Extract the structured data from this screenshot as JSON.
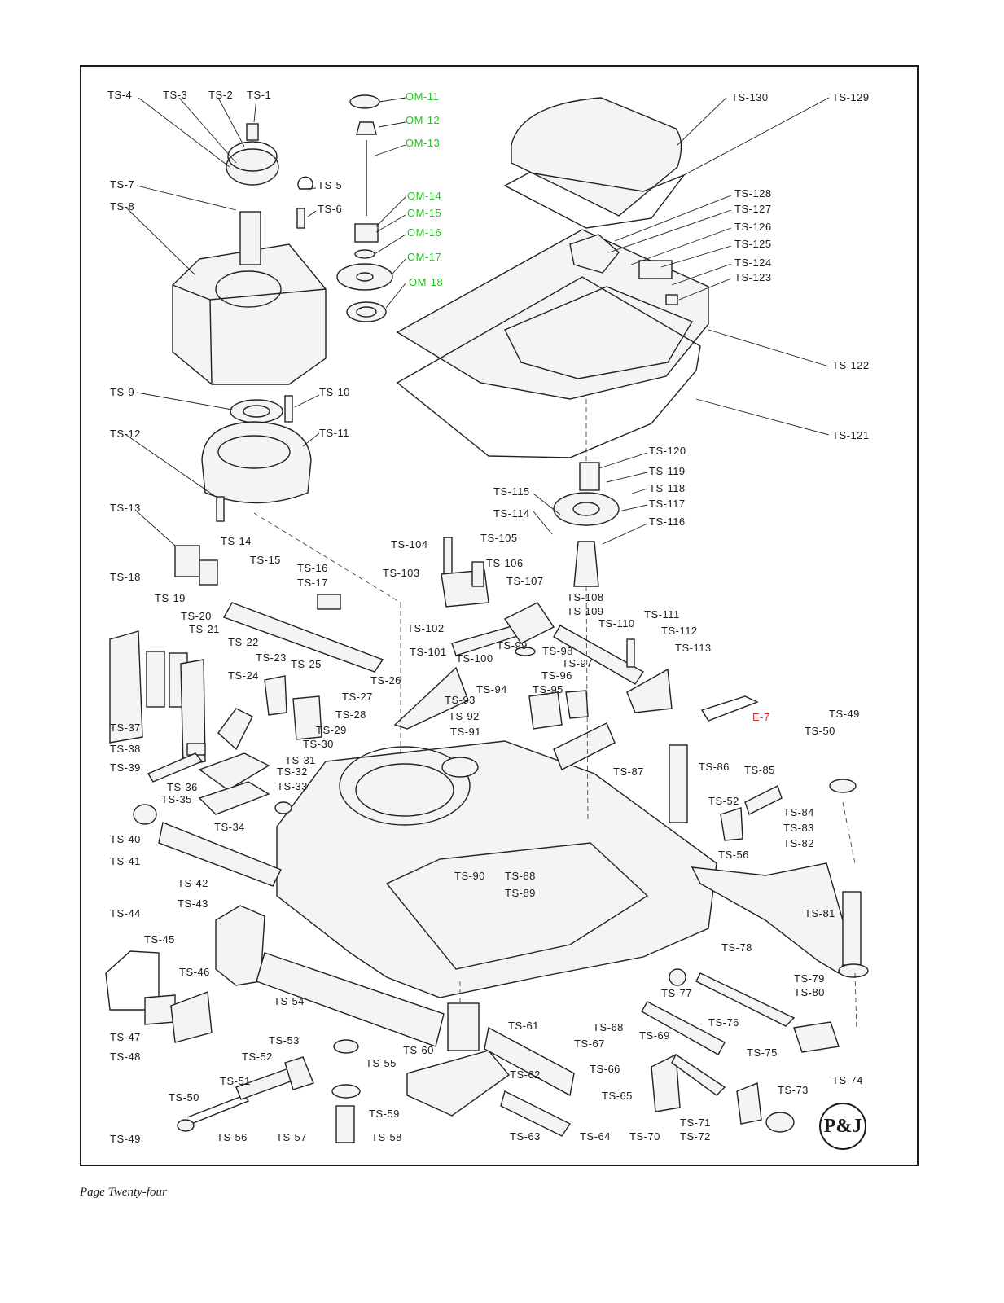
{
  "footer": {
    "page_label": "Page Twenty-four"
  },
  "logo": {
    "text": "P&J"
  },
  "colors": {
    "om_label": "#22c21e",
    "tool_label": "#e8242b",
    "ink": "#1a1a1a"
  },
  "labels": [
    "TS-1",
    "TS-2",
    "TS-3",
    "TS-4",
    "TS-5",
    "TS-6",
    "TS-7",
    "TS-8",
    "TS-9",
    "TS-10",
    "TS-11",
    "TS-12",
    "TS-13",
    "TS-14",
    "TS-15",
    "TS-16",
    "TS-17",
    "TS-18",
    "TS-19",
    "TS-20",
    "TS-21",
    "TS-22",
    "TS-23",
    "TS-24",
    "TS-25",
    "TS-26",
    "TS-27",
    "TS-28",
    "TS-29",
    "TS-30",
    "TS-31",
    "TS-32",
    "TS-33",
    "TS-34",
    "TS-35",
    "TS-36",
    "TS-37",
    "TS-38",
    "TS-39",
    "TS-40",
    "TS-41",
    "TS-42",
    "TS-43",
    "TS-44",
    "TS-45",
    "TS-46",
    "TS-47",
    "TS-48",
    "TS-49",
    "TS-50",
    "TS-51",
    "TS-52",
    "TS-53",
    "TS-54",
    "TS-55",
    "TS-56",
    "TS-57",
    "TS-58",
    "TS-59",
    "TS-60",
    "TS-61",
    "TS-62",
    "TS-63",
    "TS-64",
    "TS-65",
    "TS-66",
    "TS-67",
    "TS-68",
    "TS-69",
    "TS-70",
    "TS-71",
    "TS-72",
    "TS-73",
    "TS-74",
    "TS-75",
    "TS-76",
    "TS-77",
    "TS-78",
    "TS-79",
    "TS-80",
    "TS-81",
    "TS-82",
    "TS-83",
    "TS-84",
    "TS-85",
    "TS-86",
    "TS-87",
    "TS-88",
    "TS-89",
    "TS-90",
    "TS-91",
    "TS-92",
    "TS-93",
    "TS-94",
    "TS-95",
    "TS-96",
    "TS-97",
    "TS-98",
    "TS-99",
    "TS-100",
    "TS-101",
    "TS-102",
    "TS-103",
    "TS-104",
    "TS-105",
    "TS-106",
    "TS-107",
    "TS-108",
    "TS-109",
    "TS-110",
    "TS-111",
    "TS-112",
    "TS-113",
    "TS-114",
    "TS-115",
    "TS-116",
    "TS-117",
    "TS-118",
    "TS-119",
    "TS-120",
    "TS-121",
    "TS-122",
    "TS-123",
    "TS-124",
    "TS-125",
    "TS-126",
    "TS-127",
    "TS-128",
    "TS-129",
    "TS-130",
    "TS-49",
    "TS-50",
    "TS-52",
    "TS-56",
    "OM-11",
    "OM-12",
    "OM-13",
    "OM-14",
    "OM-15",
    "OM-16",
    "OM-17",
    "OM-18",
    "E-7"
  ]
}
